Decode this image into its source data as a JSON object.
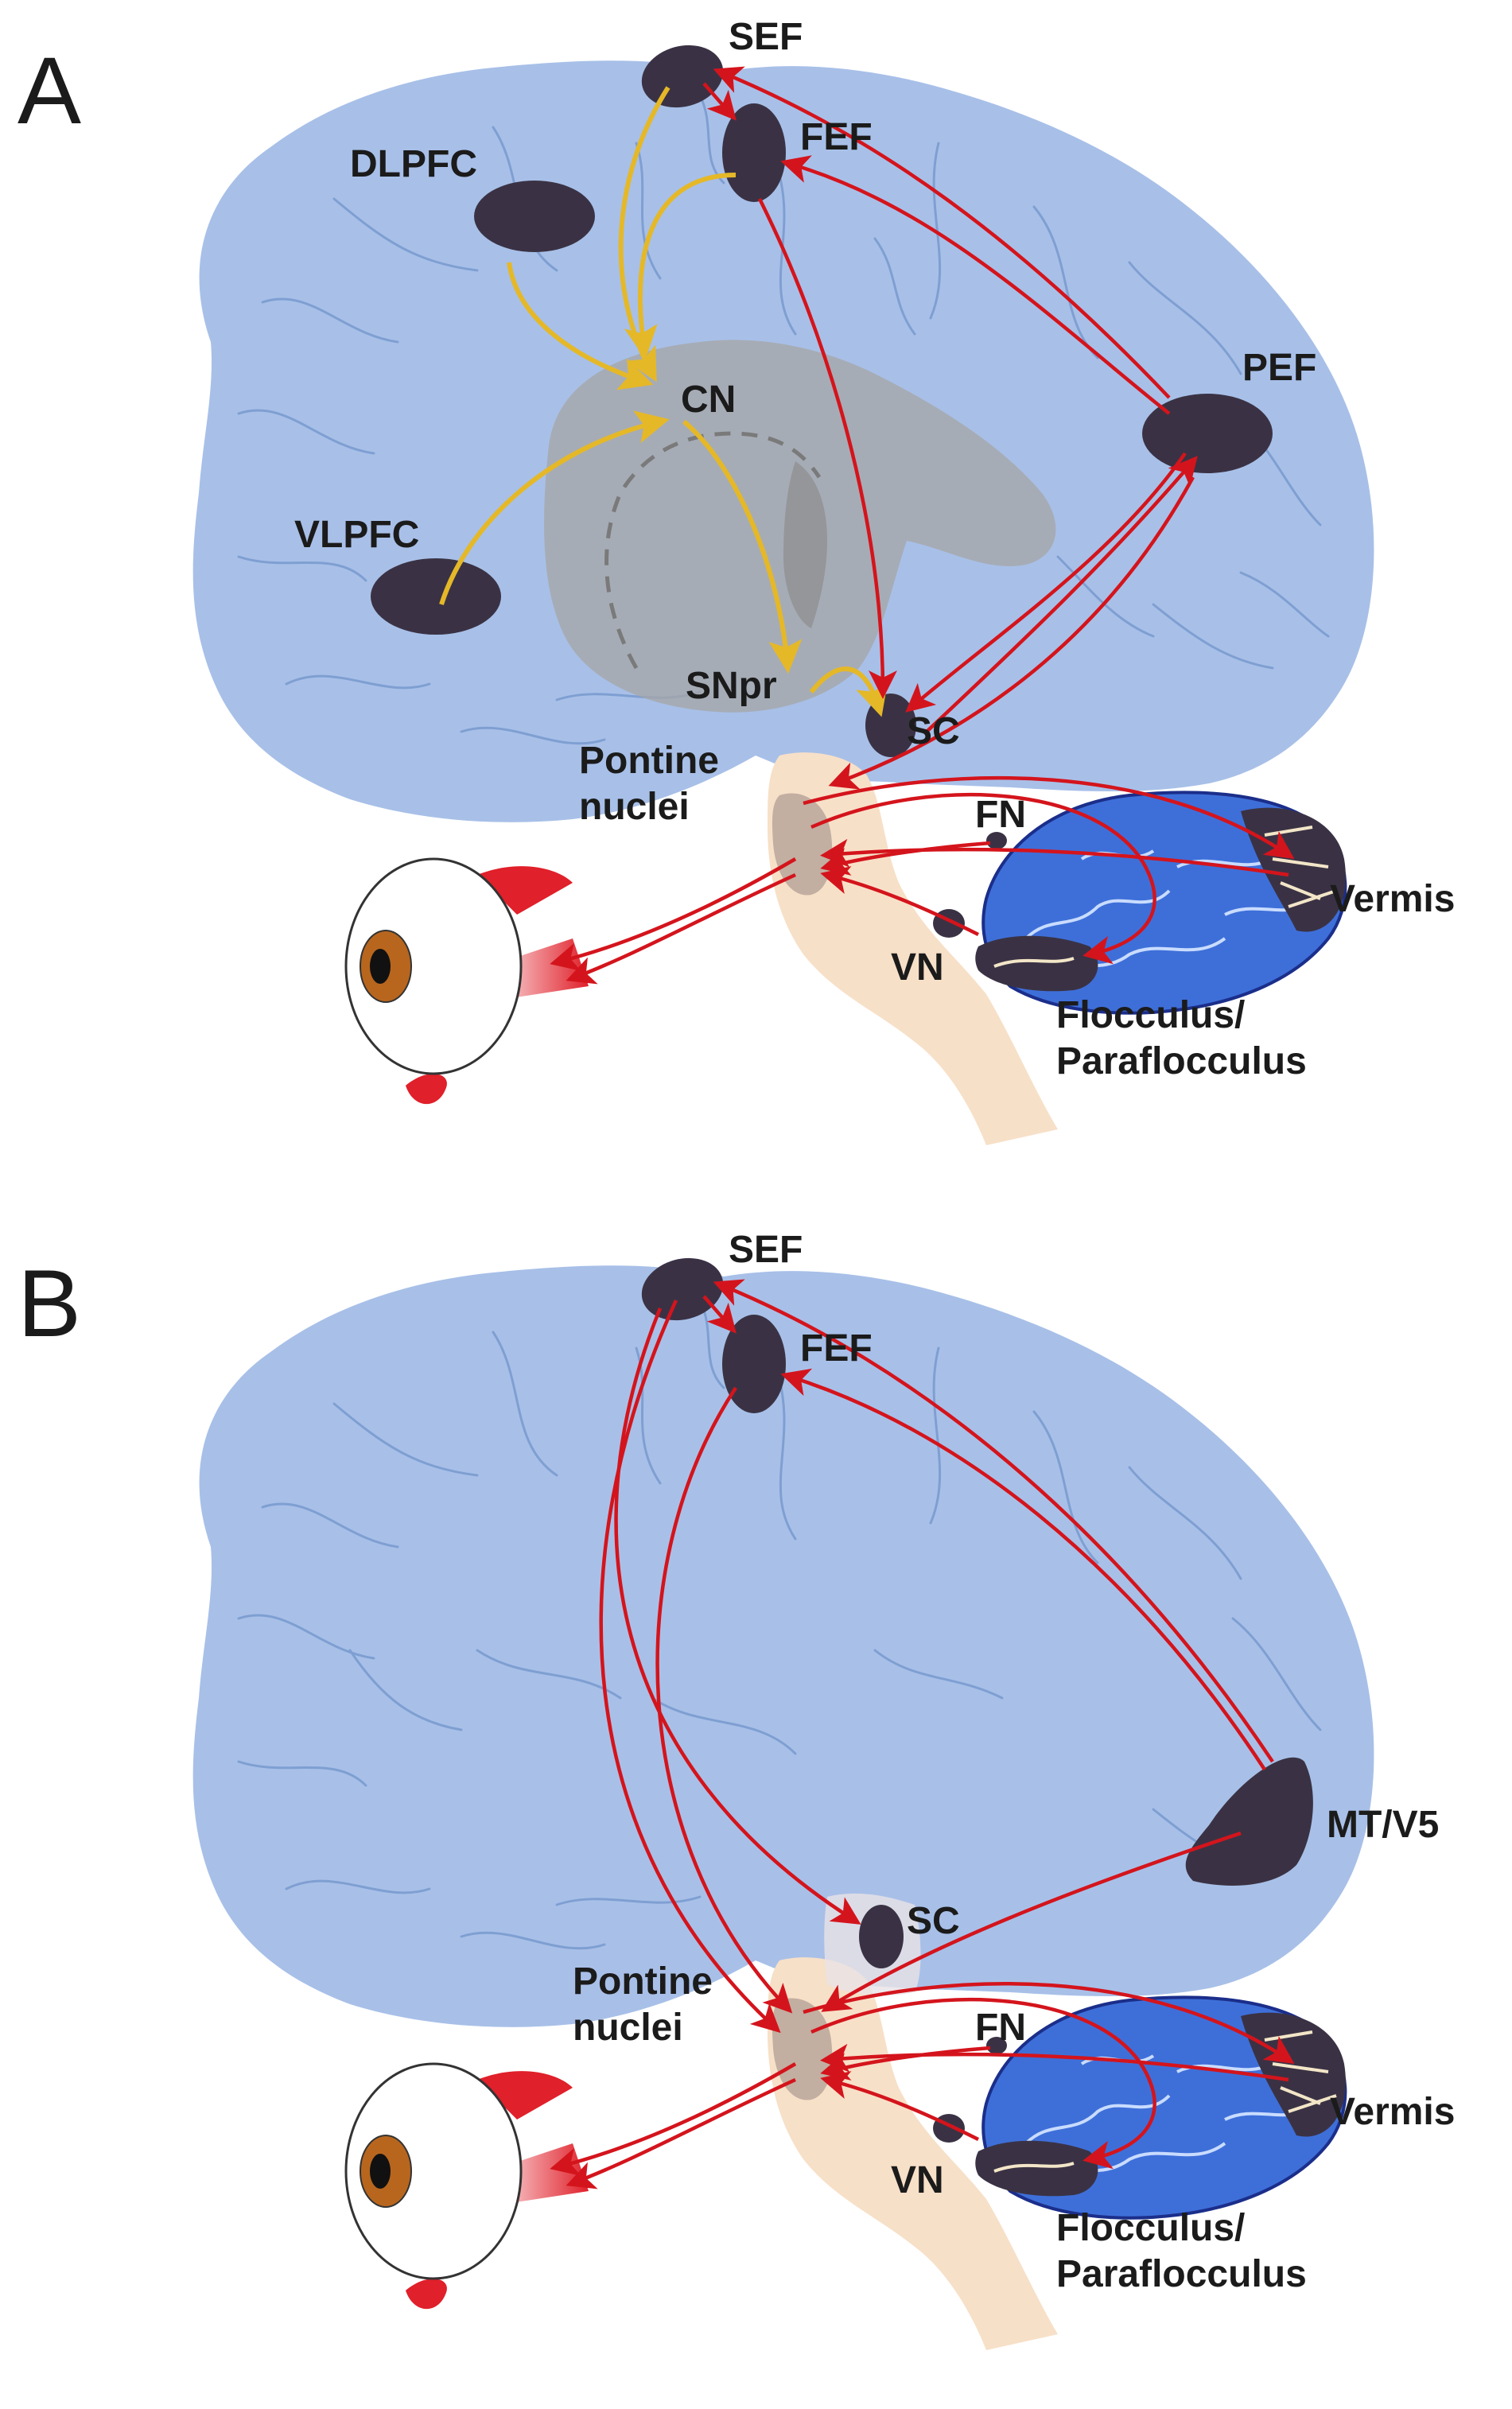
{
  "colors": {
    "brain": "#a8c0e8",
    "sulcus": "#7f9fd2",
    "region": "#3a3244",
    "pathway_red": "#d4141c",
    "pathway_yellow": "#e5b828",
    "brainstem": "#f7e0c8",
    "cerebellum": "#3e6fd9",
    "basal_ganglia": "#a6a6a6",
    "eye_iris": "#b8661e"
  },
  "panels": [
    {
      "letter": "A",
      "labels": {
        "SEF": "SEF",
        "FEF": "FEF",
        "DLPFC": "DLPFC",
        "PEF": "PEF",
        "CN": "CN",
        "VLPFC": "VLPFC",
        "SNpr": "SNpr",
        "SC": "SC",
        "pontine_1": "Pontine",
        "pontine_2": "nuclei",
        "FN": "FN",
        "Vermis": "Vermis",
        "VN": "VN",
        "flocculus_1": "Flocculus/",
        "flocculus_2": "Paraflocculus"
      }
    },
    {
      "letter": "B",
      "labels": {
        "SEF": "SEF",
        "FEF": "FEF",
        "MTV5": "MT/V5",
        "SC": "SC",
        "pontine_1": "Pontine",
        "pontine_2": "nuclei",
        "FN": "FN",
        "Vermis": "Vermis",
        "VN": "VN",
        "flocculus_1": "Flocculus/",
        "flocculus_2": "Paraflocculus"
      }
    }
  ]
}
